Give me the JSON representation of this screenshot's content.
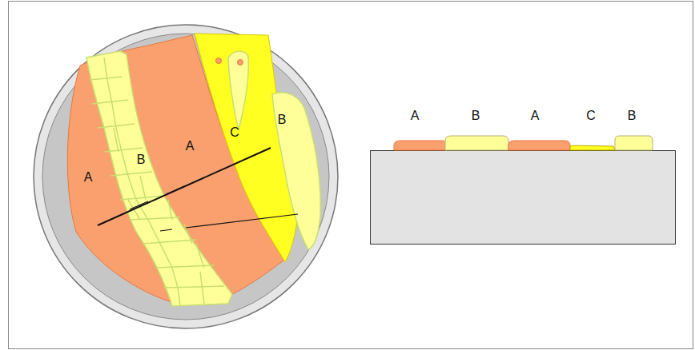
{
  "diagram": {
    "labels": [
      "A",
      "B",
      "A",
      "C",
      "B",
      "A",
      "B",
      "A",
      "C",
      "B"
    ]
  }
}
